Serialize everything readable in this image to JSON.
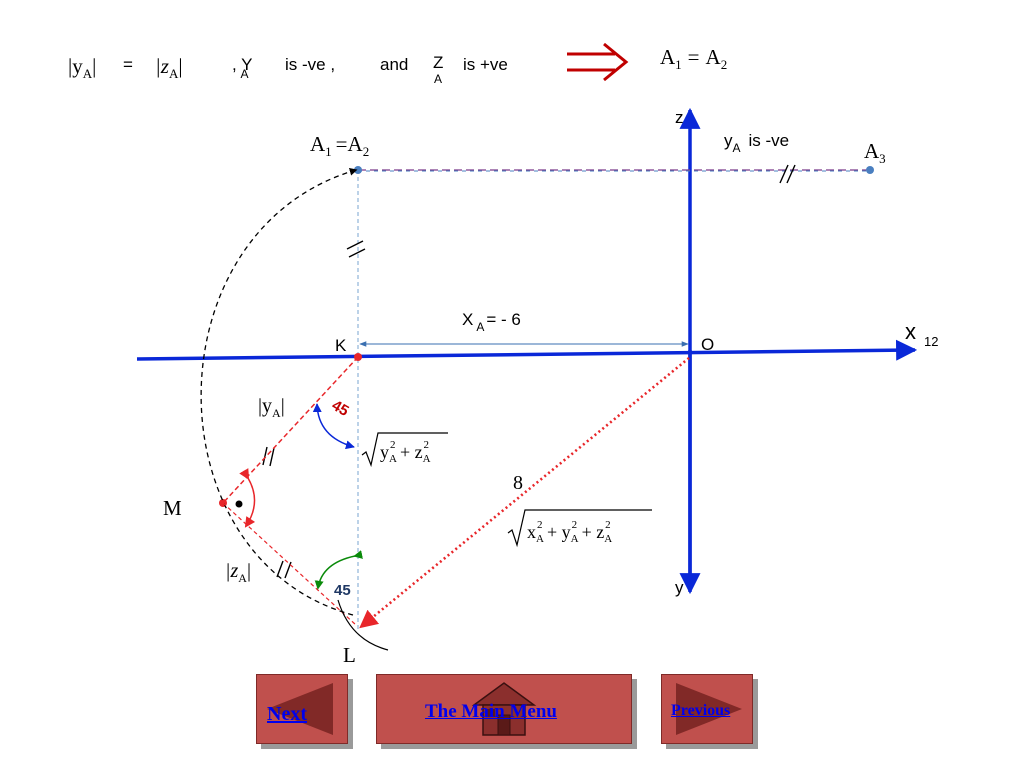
{
  "header": {
    "abs_y": "|y",
    "abs_y_sub": "A",
    "equals": "=",
    "abs_z": "|z",
    "abs_z_sub": "A",
    "bar": "|",
    "comma_y": ", Y",
    "y_sub": "A",
    "is_neg": "is  -ve ,",
    "and": "and",
    "z_letter": "Z",
    "z_sub": "A",
    "is_pos": "is  +ve",
    "result_a1": "A",
    "result_a1_sub": "1",
    "result_eq": "=",
    "result_a2": "A",
    "result_a2_sub": "2"
  },
  "diagram": {
    "label_a1a2": "A",
    "label_a1a2_sub1": "1",
    "label_a1a2_eq": "=A",
    "label_a1a2_sub2": "2",
    "label_ya_neg": "y",
    "label_ya_neg_sub": "A",
    "label_ya_neg_rest": "is  -ve",
    "label_a3": "A",
    "label_a3_sub": "3",
    "axis_z": "z",
    "axis_x": "x",
    "axis_x_sub": "12",
    "axis_y": "y",
    "origin": "O",
    "point_k": "K",
    "point_m": "M",
    "point_l": "L",
    "xa_label": "X",
    "xa_sub": "A",
    "xa_value": "= - 6",
    "angle_top": "45",
    "angle_bottom": "45",
    "distance_value": "8",
    "abs_ya": "|y",
    "abs_ya_sub": "A",
    "abs_za": "|z",
    "abs_za_sub": "A",
    "sqrt_yz": "y",
    "sqrt_yz_sub1": "A",
    "sqrt_yz_sup1": "2",
    "sqrt_yz_plus": " + z",
    "sqrt_yz_sub2": "A",
    "sqrt_yz_sup2": "2",
    "sqrt_xyz_x": "x",
    "sqrt_xyz_sub1": "A",
    "sqrt_xyz_sup1": "2",
    "sqrt_xyz_plus1": " + y",
    "sqrt_xyz_sub2": "A",
    "sqrt_xyz_sup2": "2",
    "sqrt_xyz_plus2": " + z",
    "sqrt_xyz_sub3": "A",
    "sqrt_xyz_sup3": "2"
  },
  "nav": {
    "next_label": "Next",
    "menu_label": "The Main Menu",
    "previous_label": "Previous"
  },
  "colors": {
    "axis_blue": "#0a28d8",
    "red": "#e8262a",
    "dark_red": "#c00000",
    "button_red": "#c0504d",
    "link_blue": "#0000ee"
  }
}
